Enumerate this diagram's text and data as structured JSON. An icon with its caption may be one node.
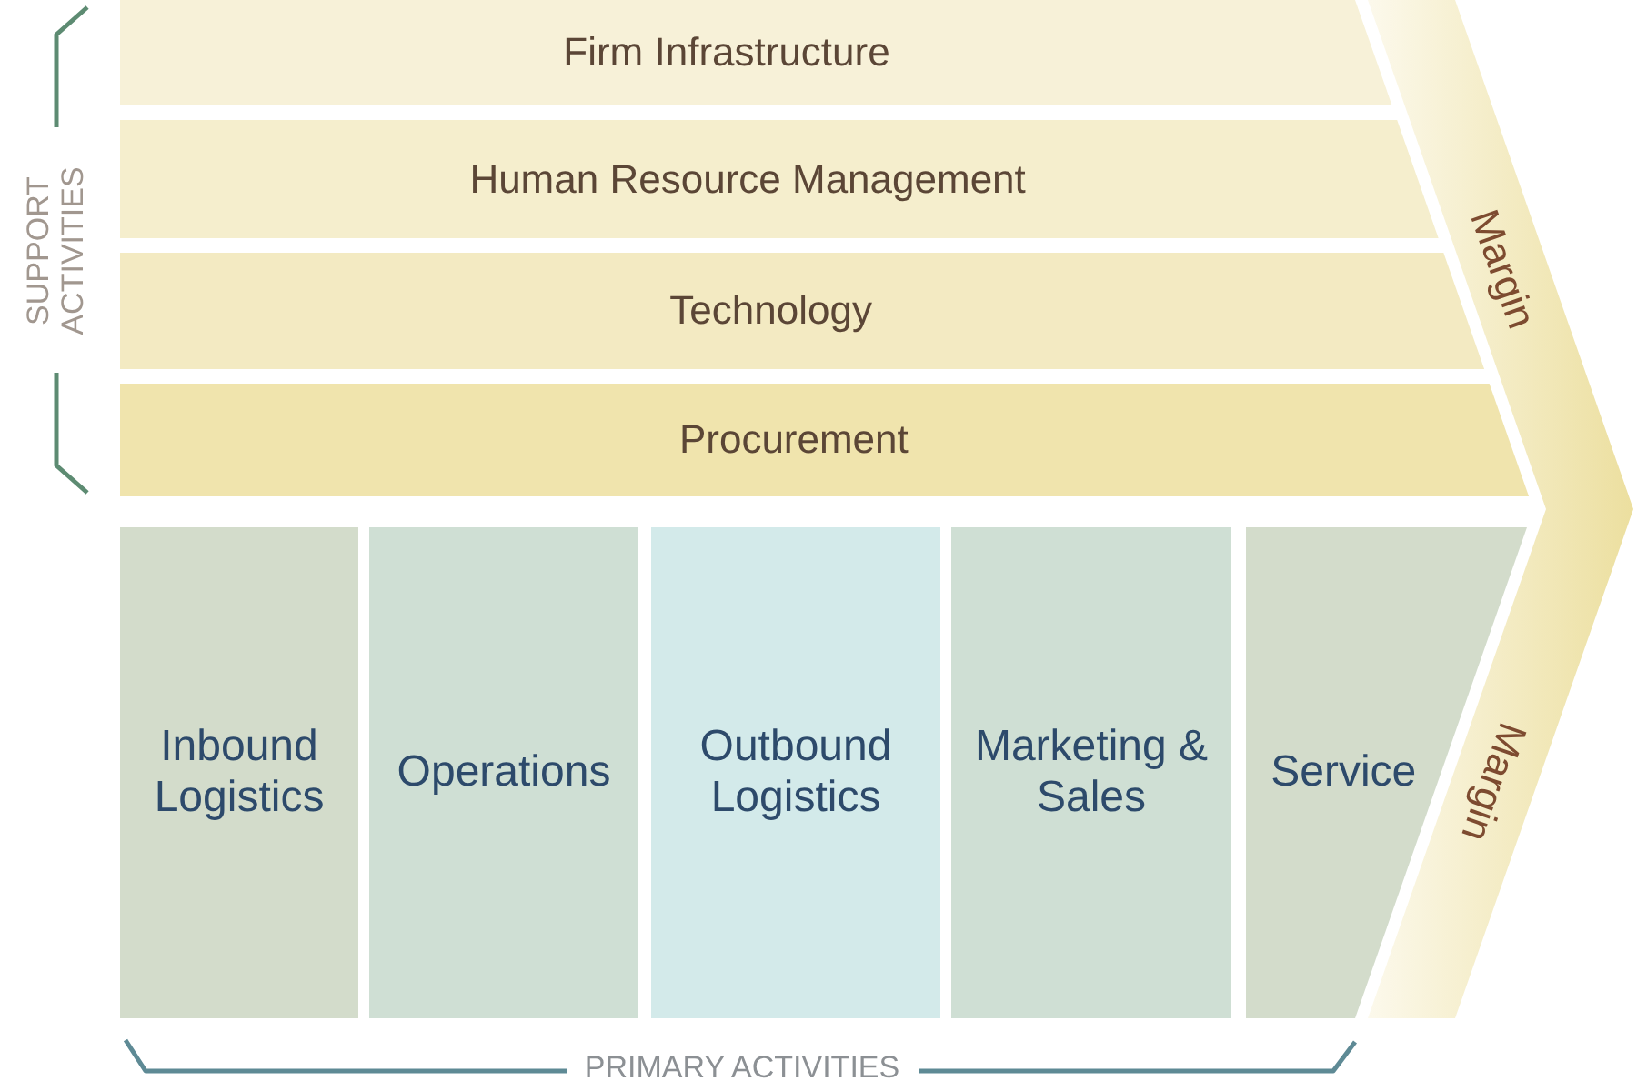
{
  "diagram": {
    "nodes": [
      {
        "text": [
          "Firm Infrastructure"
        ]
      },
      {
        "text": [
          "Human Resource Management"
        ]
      },
      {
        "text": [
          "Technology"
        ]
      },
      {
        "text": [
          "Procurement"
        ]
      },
      {
        "text": [
          "Inbound Logistics"
        ]
      },
      {
        "text": [
          "Operations"
        ]
      },
      {
        "text": [
          "Outbound Logistics"
        ]
      },
      {
        "text": [
          "Marketing & Sales"
        ]
      },
      {
        "text": [
          "Service"
        ]
      },
      {
        "text": [
          "Margin",
          "Margin"
        ]
      }
    ],
    "labels": [
      "SUPPORT ACTIVITIES",
      "PRIMARY ACTIVITIES"
    ]
  }
}
